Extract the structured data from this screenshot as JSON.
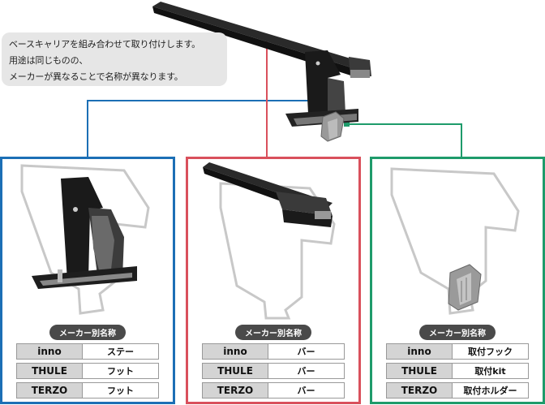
{
  "callout": {
    "lines": [
      "ベースキャリアを組み合わせて取り付けします。",
      "用途は同じものの、",
      "メーカーが異なることで名称が異なります。"
    ]
  },
  "panels": [
    {
      "heading": "メーカー別名称",
      "rows": [
        {
          "brand": "inno",
          "term": "ステー"
        },
        {
          "brand": "THULE",
          "term": "フット"
        },
        {
          "brand": "TERZO",
          "term": "フット"
        }
      ]
    },
    {
      "heading": "メーカー別名称",
      "rows": [
        {
          "brand": "inno",
          "term": "バー"
        },
        {
          "brand": "THULE",
          "term": "バー"
        },
        {
          "brand": "TERZO",
          "term": "バー"
        }
      ]
    },
    {
      "heading": "メーカー別名称",
      "rows": [
        {
          "brand": "inno",
          "term": "取付フック"
        },
        {
          "brand": "THULE",
          "term": "取付kit"
        },
        {
          "brand": "TERZO",
          "term": "取付ホルダー"
        }
      ]
    }
  ],
  "colors": {
    "foot": "#1c6fb5",
    "bar": "#d9505c",
    "kit": "#1e9b6b"
  }
}
